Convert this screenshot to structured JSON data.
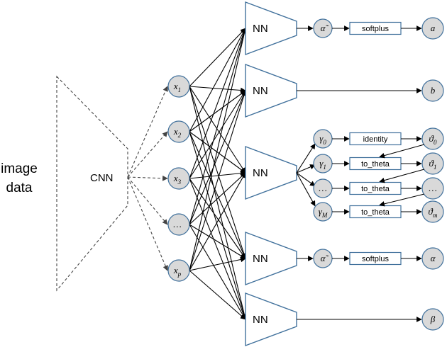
{
  "input_label_line1": "image",
  "input_label_line2": "data",
  "cnn_label": "CNN",
  "nn_label": "NN",
  "features": [
    {
      "base": "x",
      "sub": "1"
    },
    {
      "base": "x",
      "sub": "2"
    },
    {
      "base": "x",
      "sub": "3"
    },
    {
      "base": "…",
      "sub": ""
    },
    {
      "base": "x",
      "sub": "p"
    }
  ],
  "branches": {
    "a": {
      "pre": {
        "base": "α̃",
        "sub": ""
      },
      "transform": "softplus",
      "out": {
        "base": "a",
        "sub": ""
      }
    },
    "b": {
      "out": {
        "base": "b",
        "sub": ""
      }
    },
    "theta": [
      {
        "pre": {
          "base": "γ",
          "sub": "0"
        },
        "transform": "identity",
        "out": {
          "base": "ϑ",
          "sub": "0"
        }
      },
      {
        "pre": {
          "base": "γ",
          "sub": "1"
        },
        "transform": "to_theta",
        "out": {
          "base": "ϑ",
          "sub": "1"
        }
      },
      {
        "pre": {
          "base": "…",
          "sub": ""
        },
        "transform": "to_theta",
        "out": {
          "base": "…",
          "sub": ""
        }
      },
      {
        "pre": {
          "base": "γ",
          "sub": "M"
        },
        "transform": "to_theta",
        "out": {
          "base": "ϑ",
          "sub": "m"
        }
      }
    ],
    "alpha": {
      "pre": {
        "base": "α̃",
        "sub": ""
      },
      "transform": "softplus",
      "out": {
        "base": "α",
        "sub": ""
      }
    },
    "beta": {
      "out": {
        "base": "β",
        "sub": ""
      }
    }
  },
  "colors": {
    "node_fill": "#d9d9d9",
    "stroke": "#41719c"
  }
}
